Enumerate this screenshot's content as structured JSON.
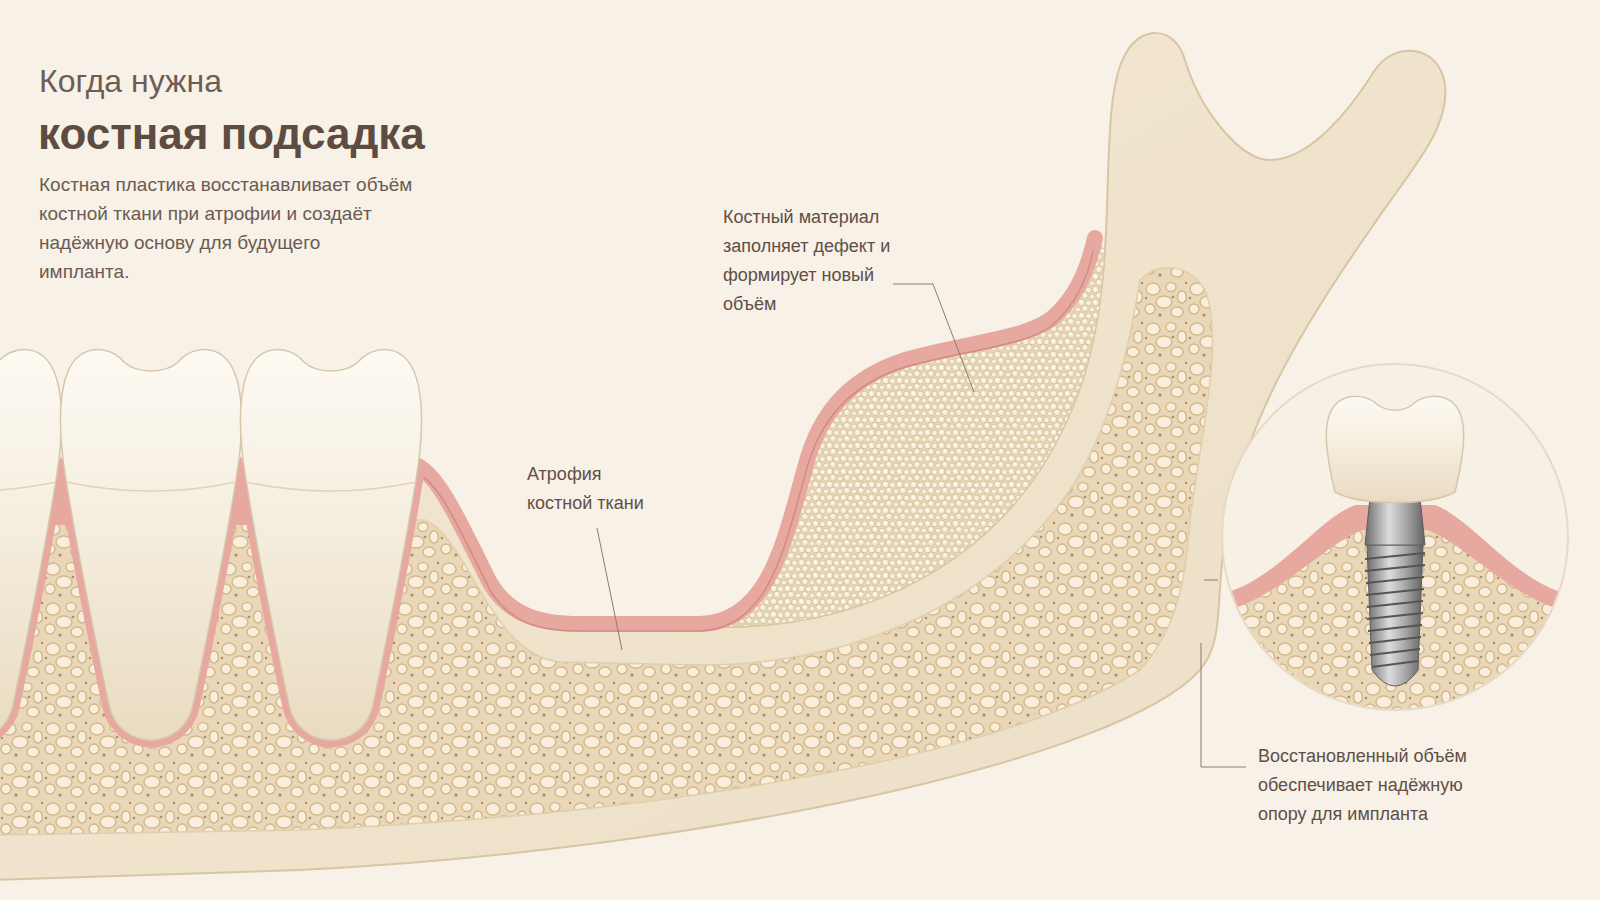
{
  "diagram": {
    "title": "костная подсадка",
    "labels": [
      "Когда нужна",
      "Костная пластика восстанавливает объём костной ткани при атрофии и создаёт надёжную основу для будущего импланта.",
      "Костный материал заполняет дефект и формирует новый объём",
      "Атрофия костной ткани",
      "Восстановленный объём обеспечивает надёжную опору для импланта"
    ]
  }
}
